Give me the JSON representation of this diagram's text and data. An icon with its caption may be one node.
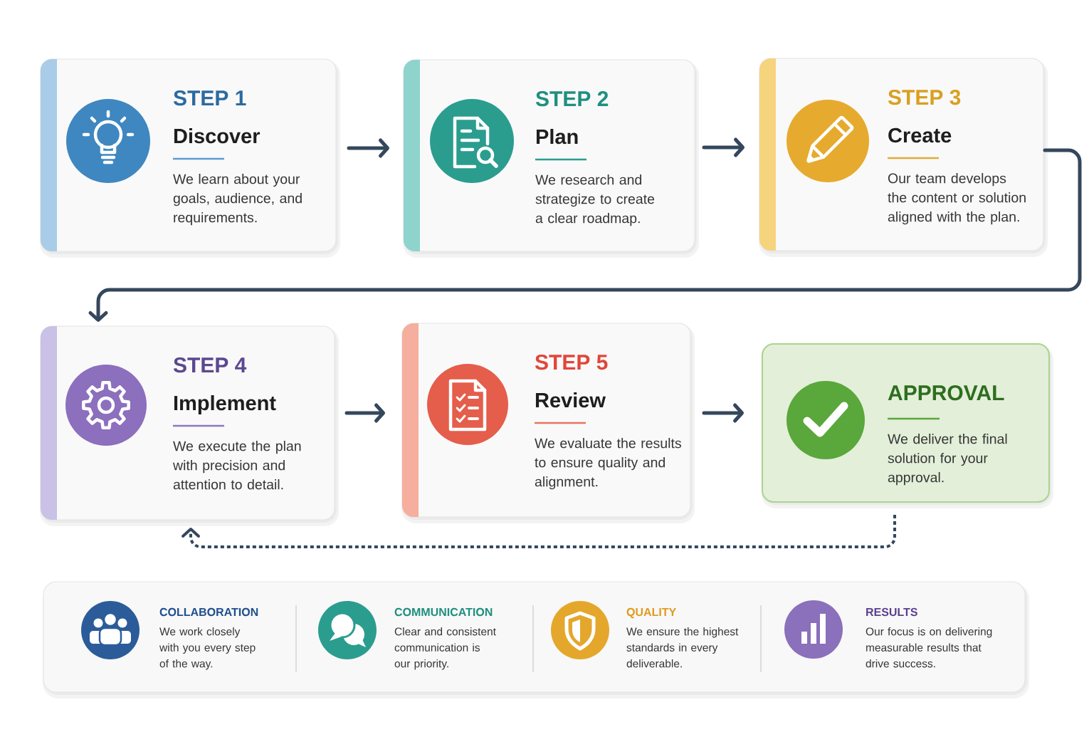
{
  "diagram": {
    "nodes": [
      {
        "text": [
          "STEP 1",
          "Discover",
          "We learn about your goals, audience, and requirements."
        ]
      },
      {
        "text": [
          "STEP 2",
          "Plan",
          "We research and strategize to create a clear roadmap."
        ]
      },
      {
        "text": [
          "STEP 3",
          "Create",
          "Our team develops the content or solution aligned with the plan."
        ]
      },
      {
        "text": [
          "STEP 4",
          "Implement",
          "We execute the plan with precision and attention to detail."
        ]
      },
      {
        "text": [
          "STEP 5",
          "Review",
          "We evaluate the results to ensure quality and alignment."
        ]
      },
      {
        "text": [
          "APPROVAL",
          "We deliver the final solution for your approval."
        ]
      },
      {
        "text": [
          "COLLABORATION",
          "We work closely with you every step of the way.",
          "COMMUNICATION",
          "Clear and consistent communication is our priority.",
          "QUALITY",
          "We ensure the highest standards in every deliverable.",
          "RESULTS",
          "Our focus is on delivering measurable results that drive success."
        ]
      }
    ],
    "edges": [
      {
        "from": 0,
        "to": 1,
        "arrow": "to"
      },
      {
        "from": 1,
        "to": 2,
        "arrow": "to"
      },
      {
        "from": 2,
        "to": 3,
        "arrow": "to"
      },
      {
        "from": 3,
        "to": 4,
        "arrow": "to"
      },
      {
        "from": 4,
        "to": 5,
        "arrow": "to"
      },
      {
        "from": 5,
        "to": 3,
        "arrow": "to",
        "style": "dashed"
      }
    ]
  }
}
